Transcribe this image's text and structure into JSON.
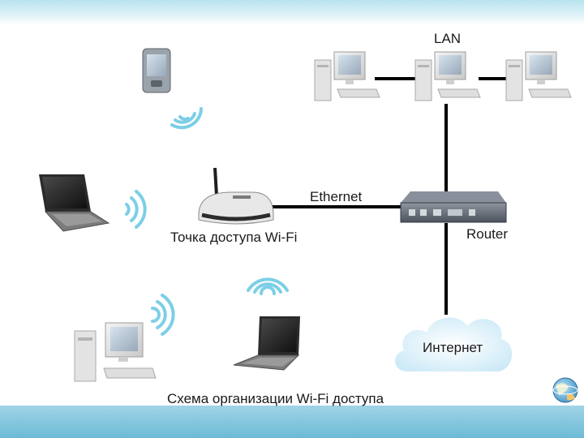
{
  "diagram": {
    "lan_label": "LAN",
    "ethernet_label": "Ethernet",
    "router_label": "Router",
    "access_point_label": "Точка доступа Wi-Fi",
    "internet_label": "Интернет",
    "caption": "Схема организации Wi-Fi доступа"
  },
  "colors": {
    "band_top": "#b9e4ef",
    "band_bottom": "#6dbad6",
    "wifi_waves": "#7ccfe6",
    "cable": "#000000",
    "cloud": "#d4eef9"
  },
  "icons": [
    "pda-icon",
    "laptop-icon",
    "desktop-computer-icon",
    "wifi-access-point-icon",
    "router-icon",
    "cloud-icon",
    "wifi-waves-icon",
    "globe-icon"
  ]
}
